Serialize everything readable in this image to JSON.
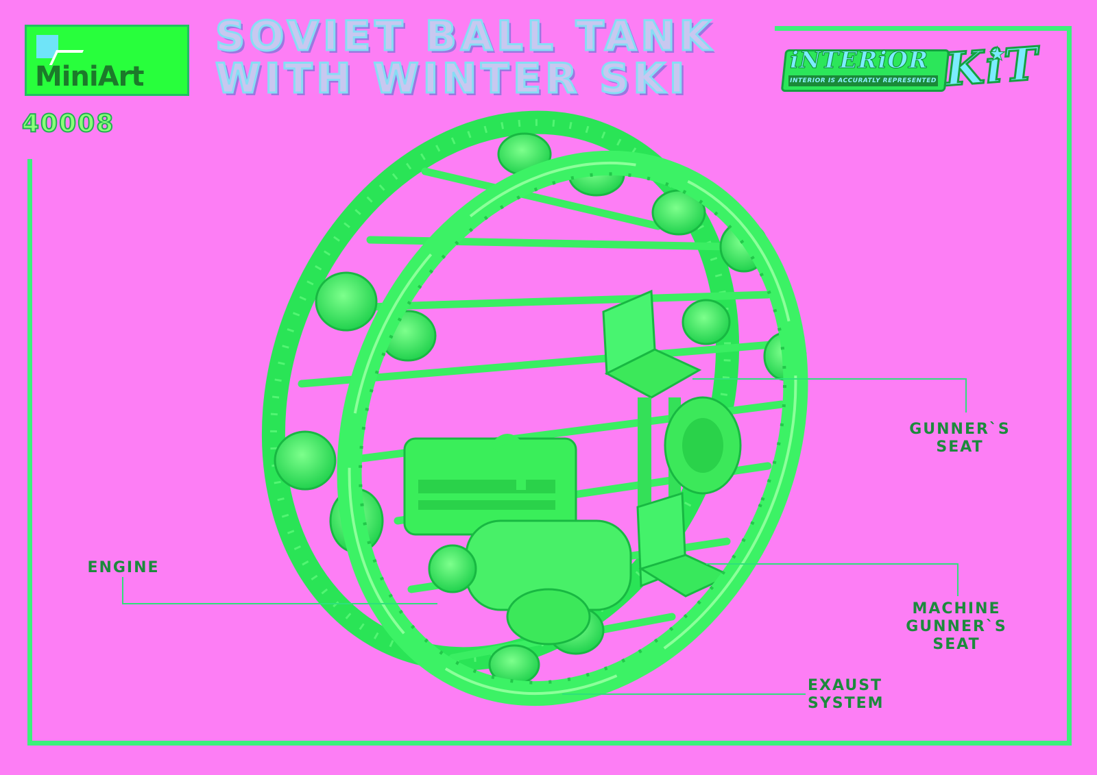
{
  "brand": {
    "logo_text": "MiniArt",
    "logo_icon": "miniart-logo-icon"
  },
  "title": {
    "line1": "SOVIET BALL TANK",
    "line2": "WITH WINTER SKI"
  },
  "product_code": "40008",
  "badge": {
    "word1": "iNTERiOR",
    "word2": "KiT",
    "subtitle": "INTERIOR IS ACCURATLY REPRESENTED"
  },
  "callouts": {
    "gunners_seat": {
      "line1": "GUNNER`S",
      "line2": "SEAT"
    },
    "engine": {
      "line1": "ENGINE"
    },
    "machine_gunners_seat": {
      "line1": "MACHINE",
      "line2": "GUNNER`S",
      "line3": "SEAT"
    },
    "exhaust_system": {
      "line1": "EXAUST",
      "line2": "SYSTEM"
    }
  },
  "colors": {
    "background": "#fd7ef5",
    "frame": "#3cf07a",
    "model_green": "#2ef55a",
    "callout_text": "#1c8a3c",
    "title_fill": "#c8c8f0"
  }
}
